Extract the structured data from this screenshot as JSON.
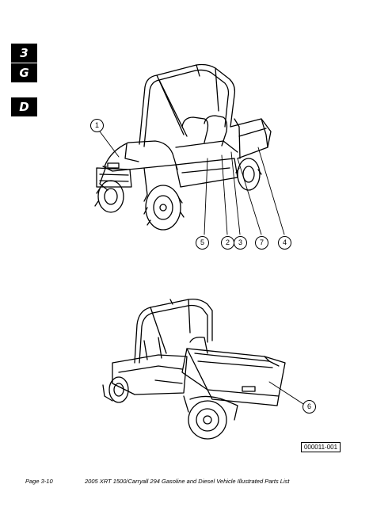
{
  "section_tabs": [
    "3",
    "G",
    "D"
  ],
  "callouts_top": [
    {
      "label": "1"
    },
    {
      "label": "5"
    },
    {
      "label": "2"
    },
    {
      "label": "3"
    },
    {
      "label": "7"
    },
    {
      "label": "4"
    }
  ],
  "callouts_bottom": [
    {
      "label": "6"
    }
  ],
  "figure_id": "000011-001",
  "footer": {
    "page": "Page 3-10",
    "title": "2005 XRT 1500/Carryall 294 Gasoline and Diesel Vehicle Illustrated Parts List"
  }
}
